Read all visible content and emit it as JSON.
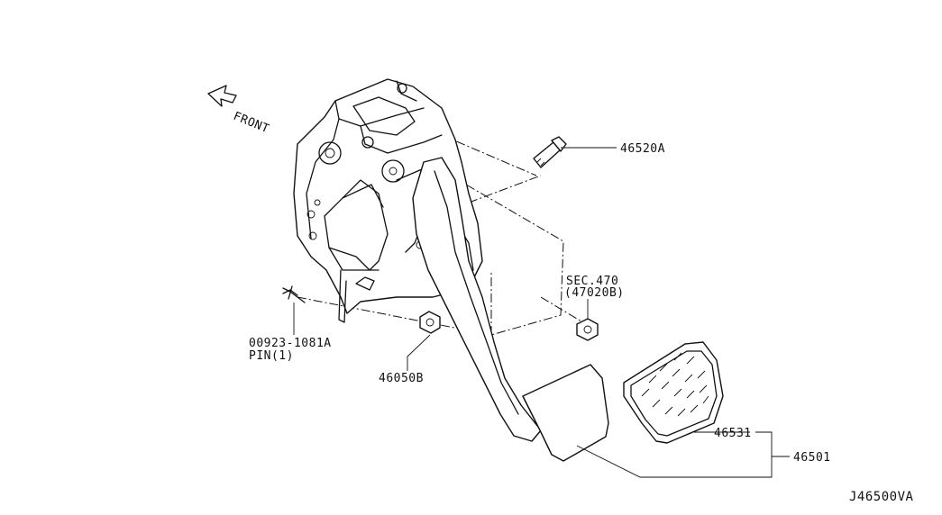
{
  "diagram_id": "J46500VA",
  "front_label": "FRONT",
  "callouts": [
    {
      "code": "46520A"
    },
    {
      "code": "SEC.470",
      "sub": "(47020B)"
    },
    {
      "code": "00923-1081A",
      "sub": "PIN(1)"
    },
    {
      "code": "46050B"
    },
    {
      "code": "46531"
    },
    {
      "code": "46501"
    }
  ]
}
